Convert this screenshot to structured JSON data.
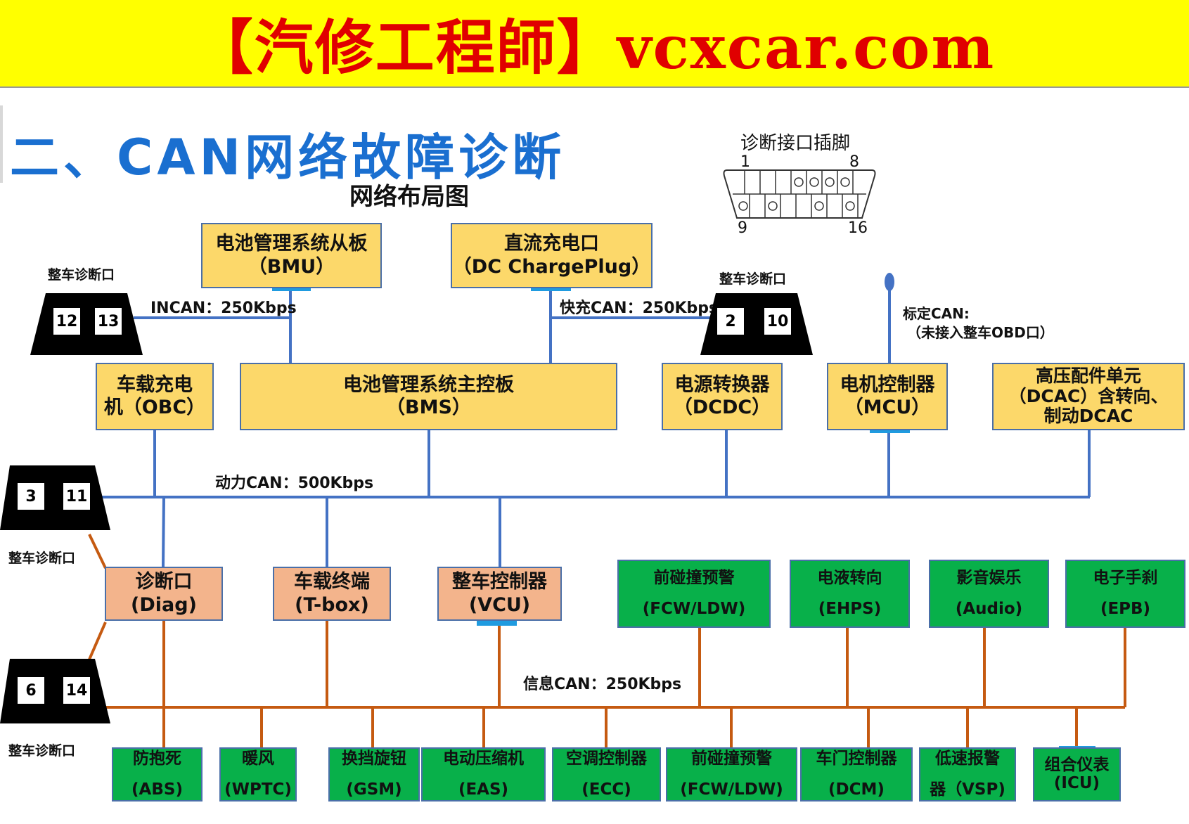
{
  "banner": {
    "text": "【汽修工程師】vcxcar.com"
  },
  "title": "二、CAN网络故障诊断",
  "subtitle": "网络布局图",
  "obd": {
    "title": "诊断接口插脚",
    "pin1": "1",
    "pin8": "8",
    "pin9": "9",
    "pin16": "16"
  },
  "ports": [
    {
      "label": "整车诊断口",
      "pins": [
        "12",
        "13"
      ]
    },
    {
      "label": "整车诊断口",
      "pins": [
        "2",
        "10"
      ]
    },
    {
      "label": "整车诊断口",
      "pins": [
        "3",
        "11"
      ]
    },
    {
      "label": "整车诊断口",
      "pins": [
        "6",
        "14"
      ]
    }
  ],
  "buses": {
    "incan": "INCAN：250Kbps",
    "fast": "快充CAN：250Kbps",
    "calib_1": "标定CAN:",
    "calib_2": "（未接入整车OBD口）",
    "power": "动力CAN：500Kbps",
    "info": "信息CAN：250Kbps"
  },
  "top_modules": [
    {
      "line1": "电池管理系统从板",
      "line2": "（BMU）"
    },
    {
      "line1": "直流充电口",
      "line2": "（DC ChargePlug）"
    }
  ],
  "power_modules": [
    {
      "line1": "车载充电",
      "line2": "机（OBC）"
    },
    {
      "line1": "电池管理系统主控板",
      "line2": "（BMS）"
    },
    {
      "line1": "电源转换器",
      "line2": "（DCDC）"
    },
    {
      "line1": "电机控制器",
      "line2": "（MCU）"
    },
    {
      "line1": "高压配件单元",
      "line2": "（DCAC）含转向、",
      "line3": "制动DCAC"
    }
  ],
  "gateway_modules": [
    {
      "line1": "诊断口",
      "line2": "(Diag)"
    },
    {
      "line1": "车载终端",
      "line2": "(T-box)"
    },
    {
      "line1": "整车控制器",
      "line2": "(VCU)"
    }
  ],
  "info_upper_modules": [
    {
      "line1": "前碰撞预警",
      "line2": "(FCW/LDW)"
    },
    {
      "line1": "电液转向",
      "line2": "(EHPS)"
    },
    {
      "line1": "影音娱乐",
      "line2": "(Audio)"
    },
    {
      "line1": "电子手刹",
      "line2": "(EPB)"
    }
  ],
  "info_lower_modules": [
    {
      "line1": "防抱死",
      "line2": "(ABS)"
    },
    {
      "line1": "暖风",
      "line2": "(WPTC)"
    },
    {
      "line1": "换挡旋钮",
      "line2": "(GSM)"
    },
    {
      "line1": "电动压缩机",
      "line2": "(EAS)"
    },
    {
      "line1": "空调控制器",
      "line2": "(ECC)"
    },
    {
      "line1": "前碰撞预警",
      "line2": "(FCW/LDW)"
    },
    {
      "line1": "车门控制器",
      "line2": "(DCM)"
    },
    {
      "line1": "低速报警",
      "line2": "器（VSP)"
    },
    {
      "line1": "组合仪表",
      "line2": "(ICU)"
    }
  ],
  "colors": {
    "banner_bg": "#ffff00",
    "banner_text": "#e00000",
    "title": "#1a6fd0",
    "power_bus": "#4472c4",
    "info_bus": "#c55a11",
    "yellow_box": "#fcd86a",
    "orange_box": "#f3b48c",
    "green_box": "#08b04a",
    "connector": "#1f9be0"
  }
}
